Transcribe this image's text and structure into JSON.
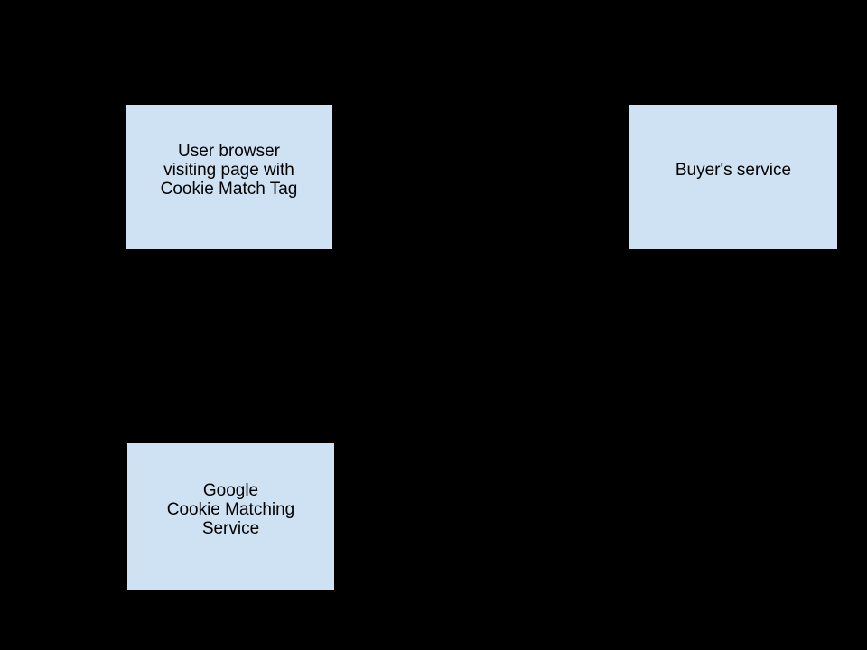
{
  "canvas": {
    "background_color": "#000000"
  },
  "diagram": {
    "node_fill_color": "#cfe2f3",
    "node_border_color": "#000000",
    "node_text_color": "#000000",
    "nodes": [
      {
        "id": "user-browser",
        "lines": [
          "User browser",
          "visiting page with",
          "Cookie Match Tag"
        ]
      },
      {
        "id": "buyers-service",
        "lines": [
          "Buyer's service"
        ]
      },
      {
        "id": "google-cookie-matching",
        "lines": [
          "Google",
          "Cookie Matching",
          "Service"
        ]
      }
    ]
  }
}
